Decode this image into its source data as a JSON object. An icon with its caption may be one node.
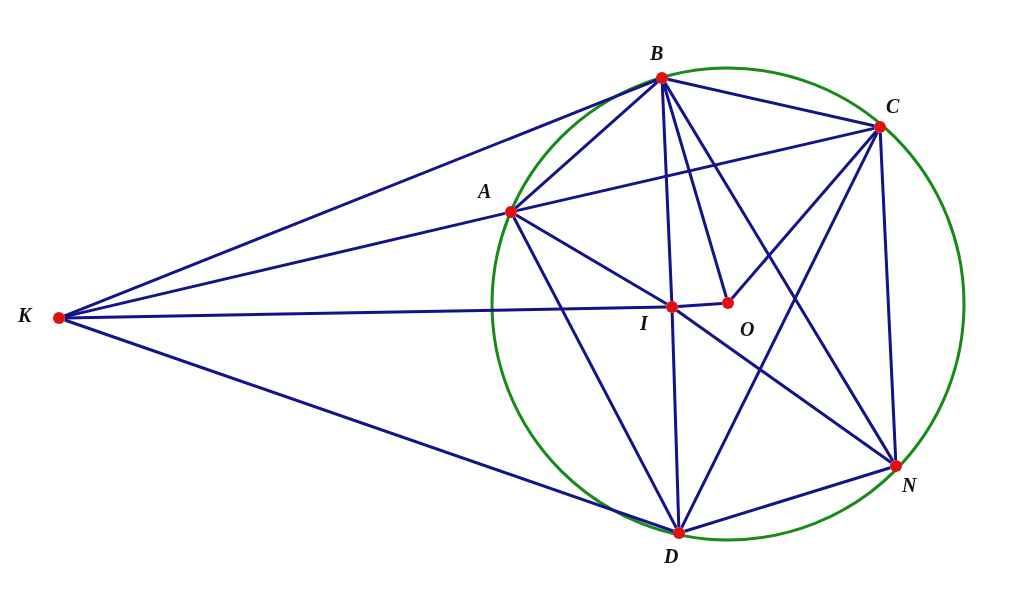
{
  "diagram": {
    "nodes": [
      {
        "text": [
          "B"
        ]
      },
      {
        "text": [
          "C"
        ]
      },
      {
        "text": [
          "A"
        ]
      },
      {
        "text": [
          "K"
        ]
      },
      {
        "text": [
          "I"
        ]
      },
      {
        "text": [
          "O"
        ]
      },
      {
        "text": [
          "N"
        ]
      },
      {
        "text": [
          "D"
        ]
      }
    ],
    "edges": [
      {
        "from": 3,
        "to": 0,
        "arrow": "none"
      },
      {
        "from": 3,
        "to": 2,
        "arrow": "none"
      },
      {
        "from": 3,
        "to": 4,
        "arrow": "none"
      },
      {
        "from": 3,
        "to": 7,
        "arrow": "none"
      },
      {
        "from": 0,
        "to": 2,
        "arrow": "none"
      },
      {
        "from": 0,
        "to": 1,
        "arrow": "none"
      },
      {
        "from": 0,
        "to": 4,
        "arrow": "none"
      },
      {
        "from": 4,
        "to": 7,
        "arrow": "none"
      },
      {
        "from": 0,
        "to": 5,
        "arrow": "none"
      },
      {
        "from": 0,
        "to": 6,
        "arrow": "none"
      },
      {
        "from": 2,
        "to": 1,
        "arrow": "none"
      },
      {
        "from": 2,
        "to": 7,
        "arrow": "none"
      },
      {
        "from": 2,
        "to": 4,
        "arrow": "none"
      },
      {
        "from": 4,
        "to": 6,
        "arrow": "none"
      },
      {
        "from": 4,
        "to": 5,
        "arrow": "none"
      },
      {
        "from": 1,
        "to": 5,
        "arrow": "none"
      },
      {
        "from": 1,
        "to": 7,
        "arrow": "none"
      },
      {
        "from": 1,
        "to": 6,
        "arrow": "none"
      },
      {
        "from": 7,
        "to": 6,
        "arrow": "none"
      }
    ]
  }
}
